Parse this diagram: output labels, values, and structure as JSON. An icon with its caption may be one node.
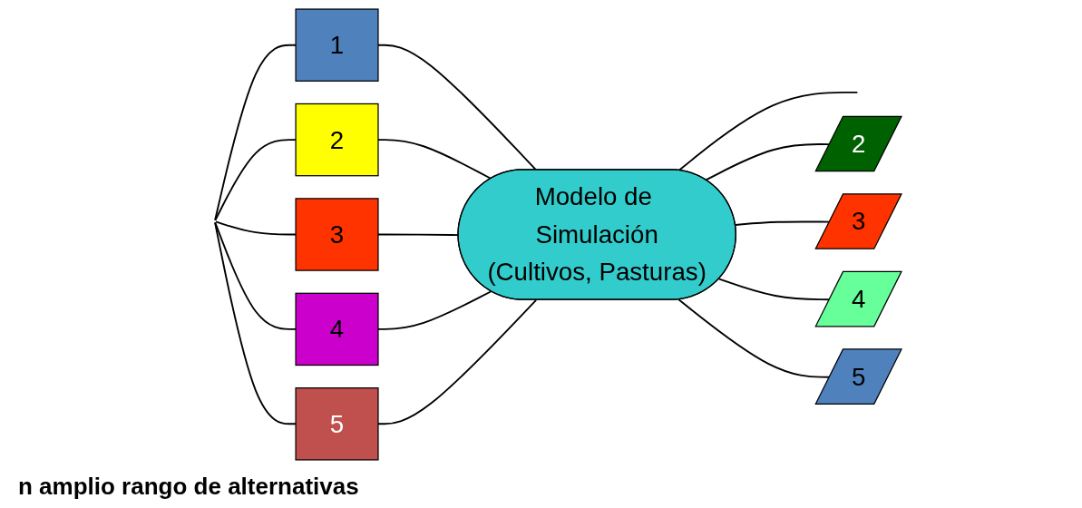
{
  "diagram": {
    "nodes": [
      {
        "text": [
          "1"
        ]
      },
      {
        "text": [
          "2"
        ]
      },
      {
        "text": [
          "3"
        ]
      },
      {
        "text": [
          "4"
        ]
      },
      {
        "text": [
          "5"
        ]
      },
      {
        "text": [
          "Modelo de Simulación",
          "(Cultivos, Pasturas)"
        ]
      },
      {
        "text": [
          "2"
        ]
      },
      {
        "text": [
          "3"
        ]
      },
      {
        "text": [
          "4"
        ]
      },
      {
        "text": [
          "5"
        ]
      }
    ],
    "edges": [
      {
        "from": null,
        "to": 0,
        "arrow": "none"
      },
      {
        "from": null,
        "to": 1,
        "arrow": "none"
      },
      {
        "from": null,
        "to": 2,
        "arrow": "none"
      },
      {
        "from": null,
        "to": 3,
        "arrow": "none"
      },
      {
        "from": null,
        "to": 4,
        "arrow": "none"
      },
      {
        "from": 0,
        "to": 5,
        "arrow": "none"
      },
      {
        "from": 1,
        "to": 5,
        "arrow": "none"
      },
      {
        "from": 2,
        "to": 5,
        "arrow": "none"
      },
      {
        "from": 3,
        "to": 5,
        "arrow": "none"
      },
      {
        "from": 4,
        "to": 5,
        "arrow": "none"
      },
      {
        "from": 5,
        "to": null,
        "arrow": "none"
      },
      {
        "from": 5,
        "to": 6,
        "arrow": "none"
      },
      {
        "from": 5,
        "to": 7,
        "arrow": "none"
      },
      {
        "from": 5,
        "to": 8,
        "arrow": "none"
      },
      {
        "from": 5,
        "to": 9,
        "arrow": "none"
      }
    ],
    "labels": [
      "n amplio rango de alternativas"
    ]
  }
}
